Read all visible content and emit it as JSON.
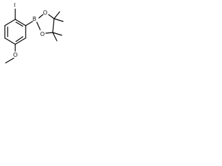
{
  "molecule": {
    "atoms": {
      "iodine": "I",
      "boron": "B",
      "ring_oxygen_top": "O",
      "ring_oxygen_bottom": "O",
      "methoxy_oxygen": "O"
    }
  },
  "colors": {
    "bond": "#000000",
    "label": "#000000",
    "background": "#ffffff"
  }
}
